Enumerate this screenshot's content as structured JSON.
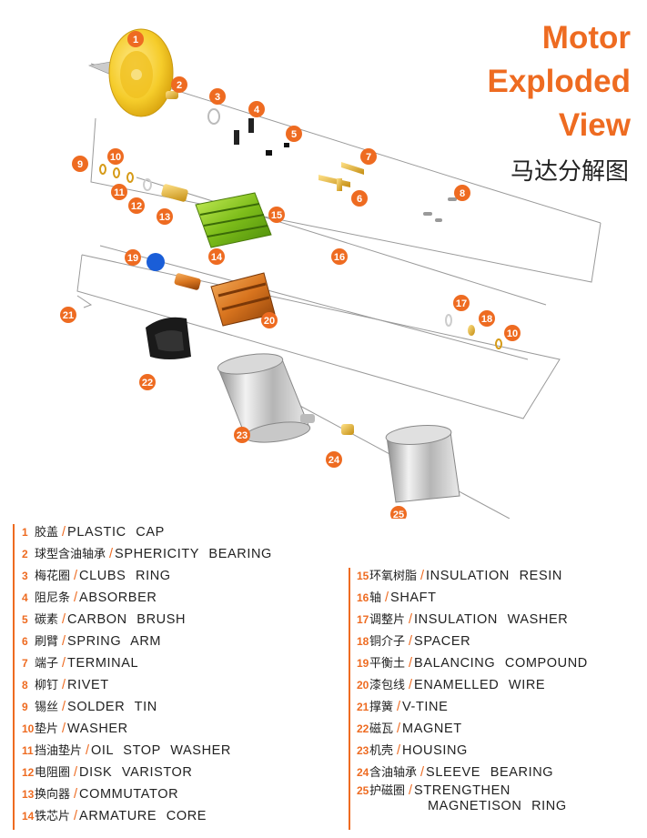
{
  "title": {
    "en_lines": [
      "Motor",
      "Exploded",
      "View"
    ],
    "zh": "马达分解图"
  },
  "colors": {
    "accent": "#ee6b21",
    "text": "#222222"
  },
  "callouts": [
    "1",
    "2",
    "3",
    "4",
    "5",
    "6",
    "7",
    "8",
    "9",
    "10",
    "11",
    "12",
    "13",
    "14",
    "15",
    "16",
    "17",
    "18",
    "19",
    "20",
    "21",
    "22",
    "23",
    "24",
    "25",
    "10"
  ],
  "parts": [
    {
      "num": "1",
      "zh": "胶盖",
      "en": "PLASTIC CAP"
    },
    {
      "num": "2",
      "zh": "球型含油轴承",
      "en": "SPHERICITY BEARING"
    },
    {
      "num": "3",
      "zh": "梅花圈",
      "en": "CLUBS RING"
    },
    {
      "num": "4",
      "zh": "阻尼条",
      "en": "ABSORBER"
    },
    {
      "num": "5",
      "zh": "碳素",
      "en": "CARBON BRUSH"
    },
    {
      "num": "6",
      "zh": "刷臂",
      "en": "SPRING ARM"
    },
    {
      "num": "7",
      "zh": "端子",
      "en": "TERMINAL"
    },
    {
      "num": "8",
      "zh": "柳钉",
      "en": "RIVET"
    },
    {
      "num": "9",
      "zh": "锡丝",
      "en": "SOLDER TIN"
    },
    {
      "num": "10",
      "zh": "垫片",
      "en": "WASHER"
    },
    {
      "num": "11",
      "zh": "挡油垫片",
      "en": "OIL STOP WASHER"
    },
    {
      "num": "12",
      "zh": "电阻圈",
      "en": "DISK VARISTOR"
    },
    {
      "num": "13",
      "zh": "换向器",
      "en": "COMMUTATOR"
    },
    {
      "num": "14",
      "zh": "铁芯片",
      "en": "ARMATURE CORE"
    },
    {
      "num": "15",
      "zh": "环氧树脂",
      "en": "INSULATION RESIN"
    },
    {
      "num": "16",
      "zh": "轴",
      "en": "SHAFT"
    },
    {
      "num": "17",
      "zh": "调整片",
      "en": "INSULATION WASHER"
    },
    {
      "num": "18",
      "zh": "铜介子",
      "en": "SPACER"
    },
    {
      "num": "19",
      "zh": "平衡土",
      "en": "BALANCING COMPOUND"
    },
    {
      "num": "20",
      "zh": "漆包线",
      "en": "ENAMELLED WIRE"
    },
    {
      "num": "21",
      "zh": "撑簧",
      "en": "V-TINE"
    },
    {
      "num": "22",
      "zh": "磁瓦",
      "en": "MAGNET"
    },
    {
      "num": "23",
      "zh": "机壳",
      "en": "HOUSING"
    },
    {
      "num": "24",
      "zh": "含油轴承",
      "en": "SLEEVE BEARING"
    },
    {
      "num": "25",
      "zh": "护磁圈",
      "en": "STRENGTHEN",
      "en2": "MAGNETISON RING"
    }
  ]
}
